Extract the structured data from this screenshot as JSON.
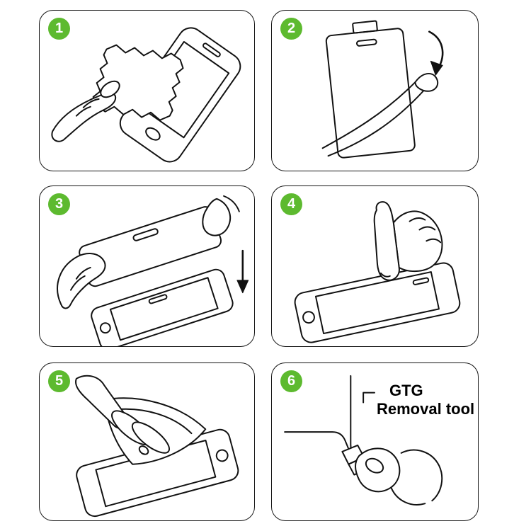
{
  "colors": {
    "badge": "#5dba2f",
    "line": "#111111",
    "background": "#ffffff"
  },
  "steps": [
    {
      "number": "1",
      "illustration": "wipe-screen-with-cleaning-cloth"
    },
    {
      "number": "2",
      "illustration": "peel-off-protective-film"
    },
    {
      "number": "3",
      "illustration": "align-glass-and-place-on-phone"
    },
    {
      "number": "4",
      "illustration": "press-screen-with-finger"
    },
    {
      "number": "5",
      "illustration": "smooth-film-with-fingers"
    },
    {
      "number": "6",
      "illustration": "pry-corner-with-removal-tool",
      "label_line1": "GTG",
      "label_line2": "Removal tool"
    }
  ]
}
